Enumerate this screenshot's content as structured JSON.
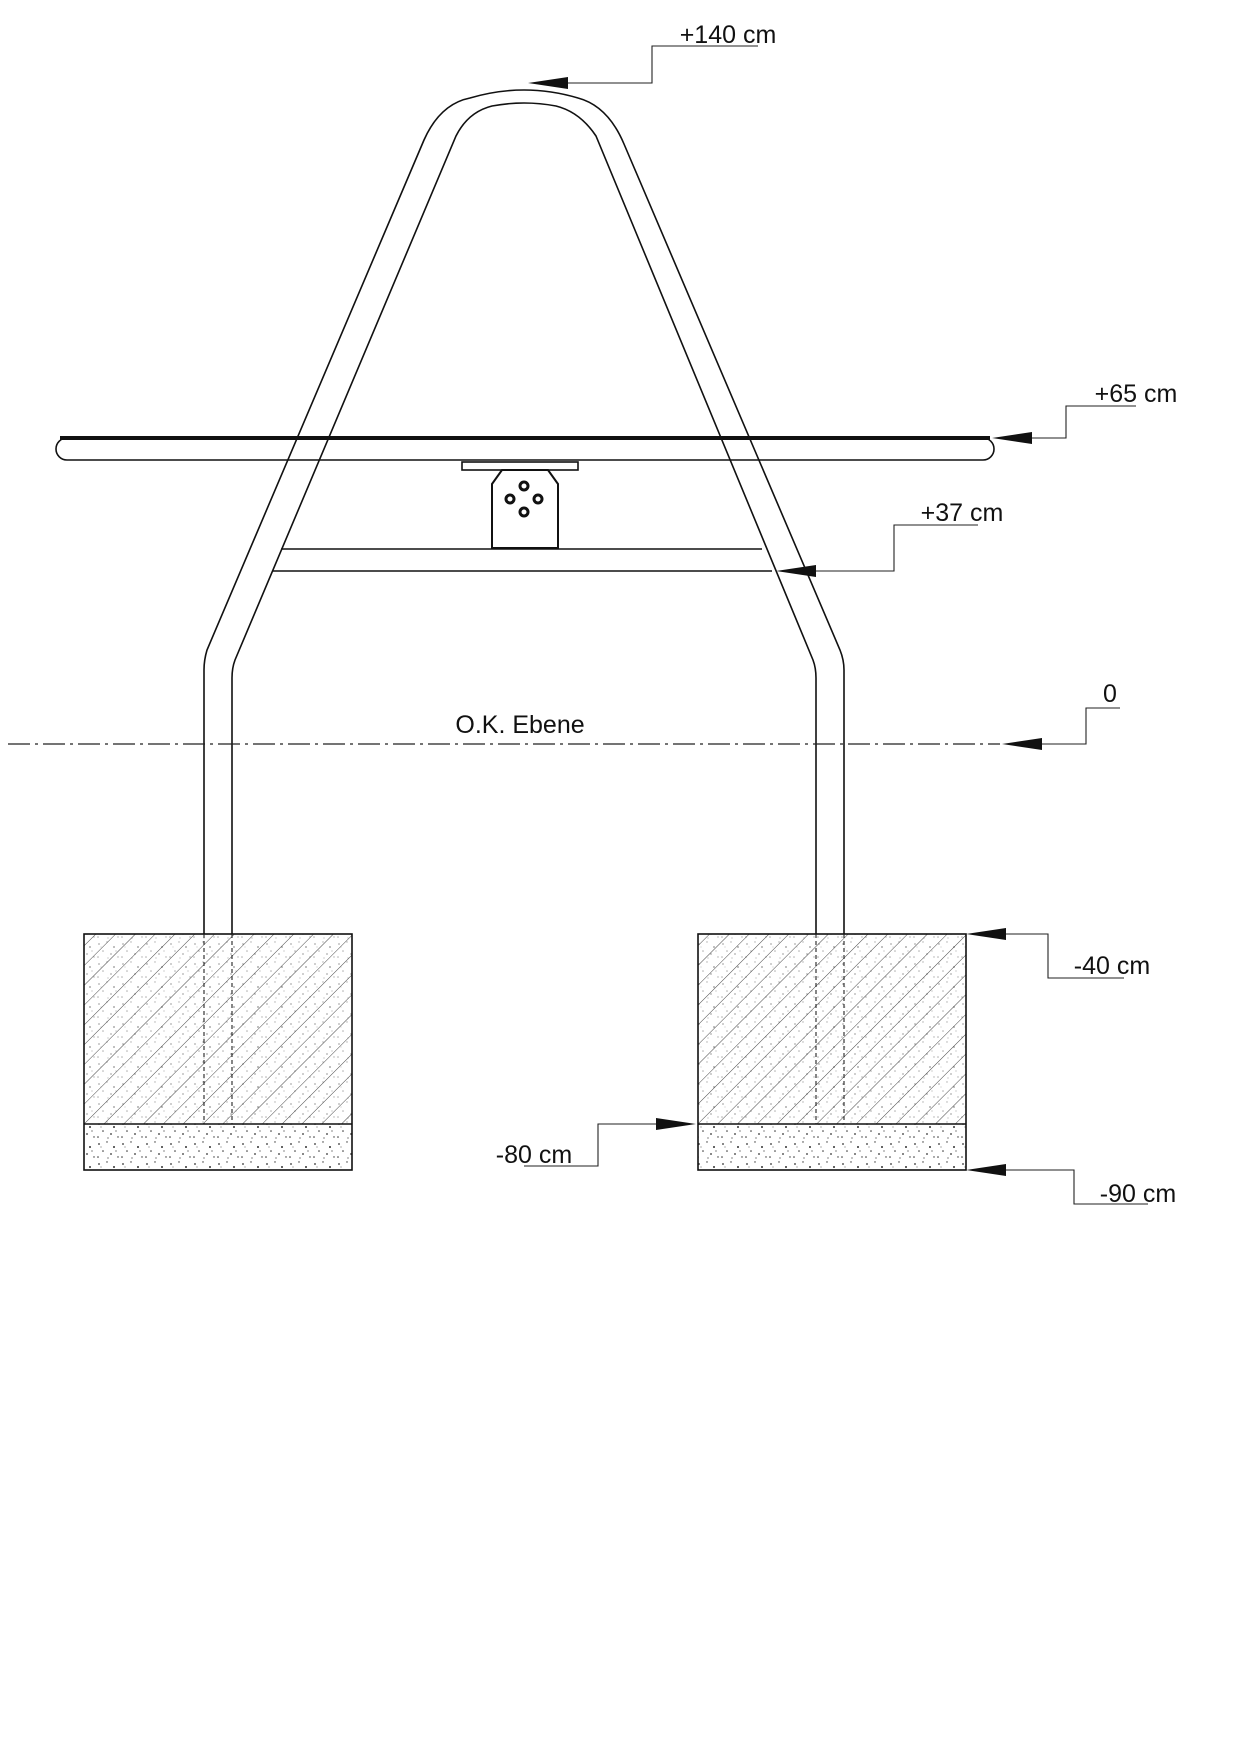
{
  "drawing": {
    "level_labels": {
      "top": "+140 cm",
      "table": "+65 cm",
      "crossbar": "+37 cm",
      "ground": "0",
      "foundation_top": "-40 cm",
      "foundation_gravel": "-80 cm",
      "foundation_bottom": "-90 cm"
    },
    "ground_label": "O.K. Ebene",
    "colors": {
      "line": "#111111",
      "background": "#ffffff"
    }
  }
}
